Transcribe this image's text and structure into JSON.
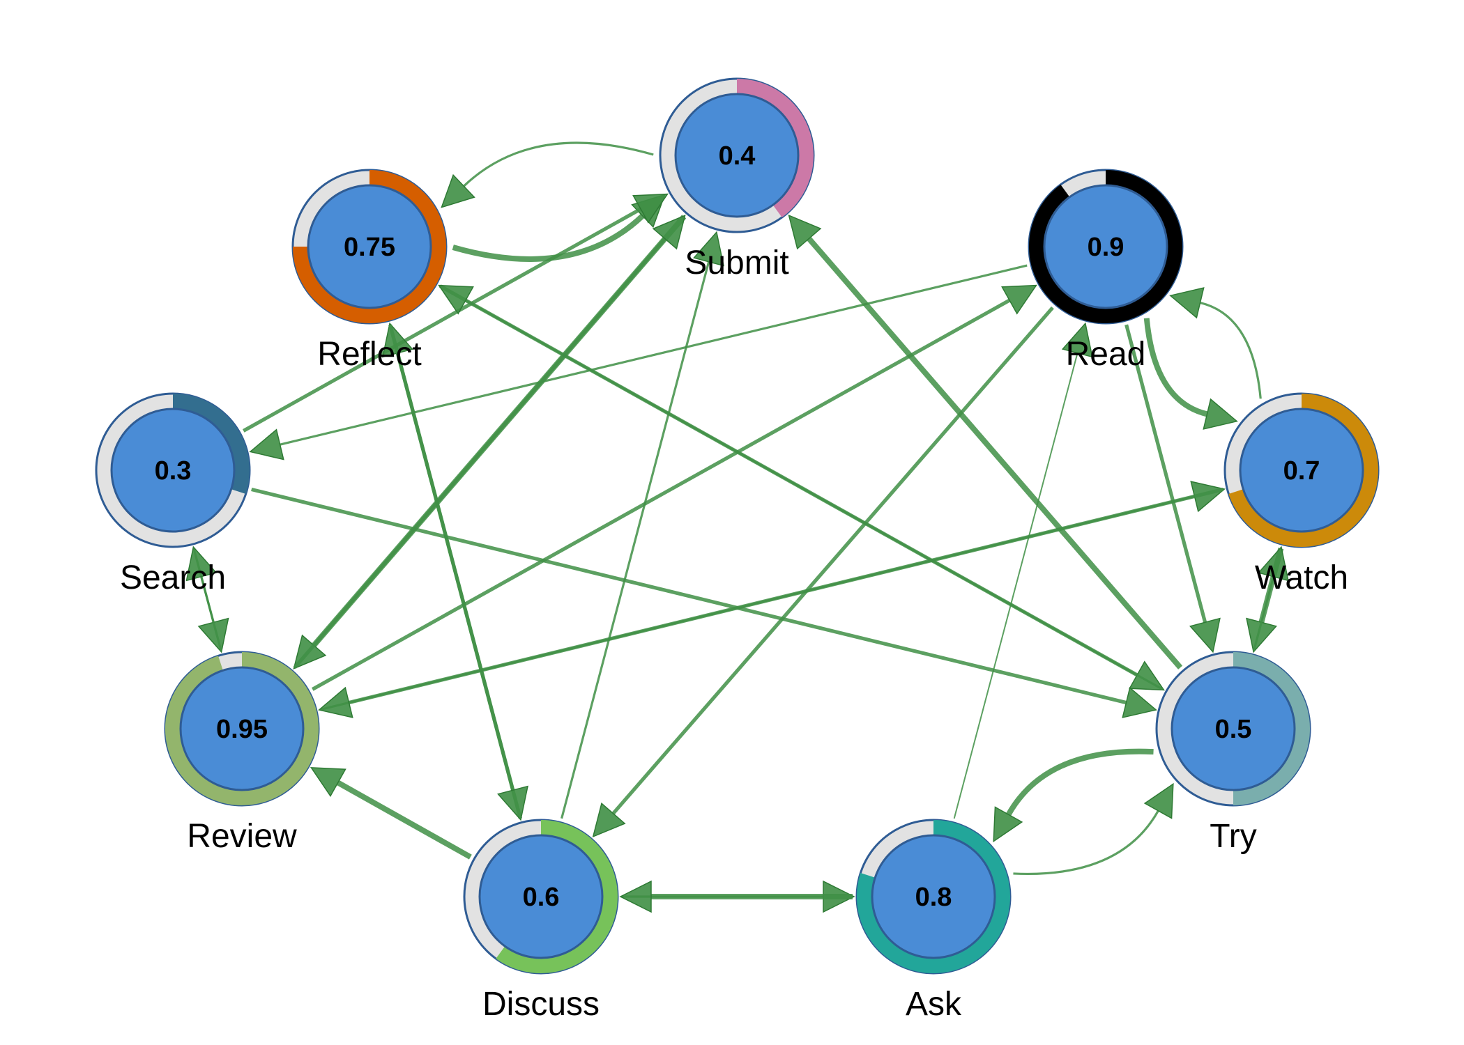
{
  "diagram": {
    "type": "directed-graph",
    "edge_color": "#3f8f45",
    "node_fill": "#4a8cd6",
    "node_stroke": "#2f5c94",
    "ring_track_color": "#e2e2e2",
    "nodes": [
      {
        "id": "submit",
        "label": "Submit",
        "value": "0.4",
        "progress": 0.4,
        "ring_color": "#cc79a7"
      },
      {
        "id": "reflect",
        "label": "Reflect",
        "value": "0.75",
        "progress": 0.75,
        "ring_color": "#d55e00"
      },
      {
        "id": "read",
        "label": "Read",
        "value": "0.9",
        "progress": 0.9,
        "ring_color": "#000000"
      },
      {
        "id": "search",
        "label": "Search",
        "value": "0.3",
        "progress": 0.3,
        "ring_color": "#336e8f"
      },
      {
        "id": "watch",
        "label": "Watch",
        "value": "0.7",
        "progress": 0.7,
        "ring_color": "#cc8a0a"
      },
      {
        "id": "review",
        "label": "Review",
        "value": "0.95",
        "progress": 0.95,
        "ring_color": "#93b56c"
      },
      {
        "id": "try",
        "label": "Try",
        "value": "0.5",
        "progress": 0.5,
        "ring_color": "#7aaead"
      },
      {
        "id": "discuss",
        "label": "Discuss",
        "value": "0.6",
        "progress": 0.6,
        "ring_color": "#77c25a"
      },
      {
        "id": "ask",
        "label": "Ask",
        "value": "0.8",
        "progress": 0.8,
        "ring_color": "#22a69a"
      }
    ],
    "edges": [
      {
        "from": "reflect",
        "to": "submit",
        "weight": "heavy"
      },
      {
        "from": "submit",
        "to": "reflect",
        "weight": "light"
      },
      {
        "from": "search",
        "to": "submit",
        "weight": "medium"
      },
      {
        "from": "submit",
        "to": "review",
        "weight": "heavy"
      },
      {
        "from": "review",
        "to": "submit",
        "weight": "medium"
      },
      {
        "from": "discuss",
        "to": "submit",
        "weight": "light"
      },
      {
        "from": "try",
        "to": "submit",
        "weight": "heavy"
      },
      {
        "from": "read",
        "to": "search",
        "weight": "light"
      },
      {
        "from": "review",
        "to": "read",
        "weight": "medium"
      },
      {
        "from": "read",
        "to": "discuss",
        "weight": "medium"
      },
      {
        "from": "ask",
        "to": "read",
        "weight": "thin"
      },
      {
        "from": "read",
        "to": "try",
        "weight": "medium"
      },
      {
        "from": "read",
        "to": "watch",
        "weight": "heavy"
      },
      {
        "from": "watch",
        "to": "read",
        "weight": "light"
      },
      {
        "from": "search",
        "to": "try",
        "weight": "medium"
      },
      {
        "from": "reflect",
        "to": "try",
        "weight": "medium"
      },
      {
        "from": "try",
        "to": "reflect",
        "weight": "light"
      },
      {
        "from": "discuss",
        "to": "reflect",
        "weight": "medium"
      },
      {
        "from": "reflect",
        "to": "discuss",
        "weight": "medium"
      },
      {
        "from": "search",
        "to": "review",
        "weight": "light"
      },
      {
        "from": "review",
        "to": "search",
        "weight": "light"
      },
      {
        "from": "review",
        "to": "watch",
        "weight": "light"
      },
      {
        "from": "watch",
        "to": "review",
        "weight": "medium"
      },
      {
        "from": "discuss",
        "to": "review",
        "weight": "heavy"
      },
      {
        "from": "discuss",
        "to": "ask",
        "weight": "light"
      },
      {
        "from": "ask",
        "to": "discuss",
        "weight": "heavy"
      },
      {
        "from": "ask",
        "to": "try",
        "weight": "light"
      },
      {
        "from": "try",
        "to": "ask",
        "weight": "heavy"
      },
      {
        "from": "watch",
        "to": "try",
        "weight": "heavy"
      },
      {
        "from": "try",
        "to": "watch",
        "weight": "light"
      }
    ]
  }
}
